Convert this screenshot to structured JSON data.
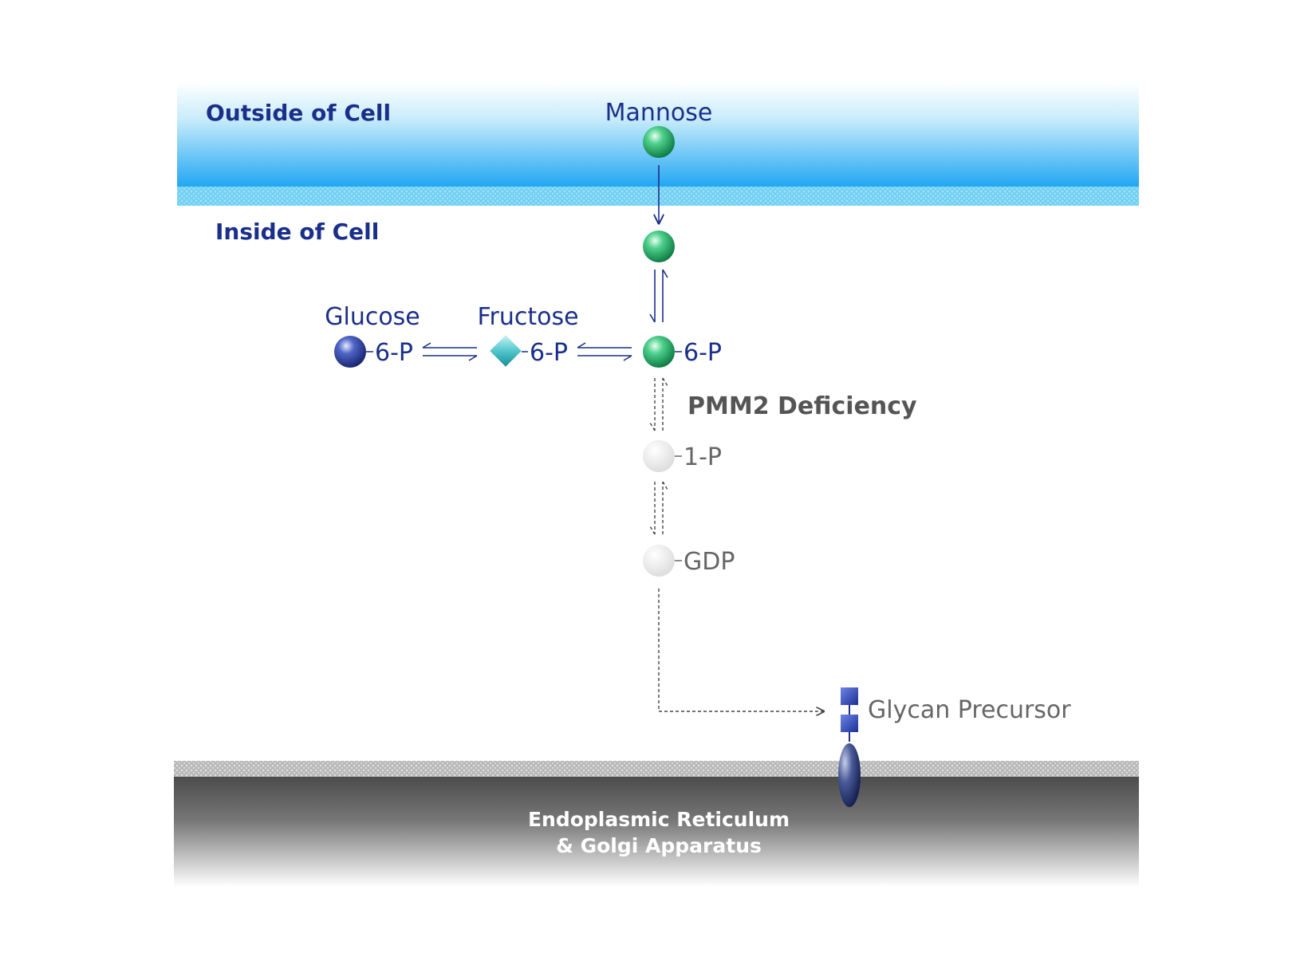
{
  "outside_label": "Outside of Cell",
  "inside_label": "Inside of Cell",
  "mannose_label": "Mannose",
  "glucose_label": "Glucose",
  "fructose_label": "Fructose",
  "glucose_suffix": "6-P",
  "fructose_suffix": "6-P",
  "mannose6p_suffix": "6-P",
  "deficiency_label": "PMM2 Deficiency",
  "m1p_suffix": "1-P",
  "gdp_suffix": "GDP",
  "glycan_label": "Glycan Precursor",
  "er_label_line1": "Endoplasmic Reticulum",
  "er_label_line2": "& Golgi Apparatus",
  "colors": {
    "label_blue": "#1a2f8a",
    "mannose_green": "#1fa863",
    "glucose_blue": "#2d45a6",
    "fructose_teal": "#3bb8c0",
    "inactive_gray": "#dddddd",
    "deficiency_gray": "#555555",
    "er_dark": "#4a4a4a"
  }
}
